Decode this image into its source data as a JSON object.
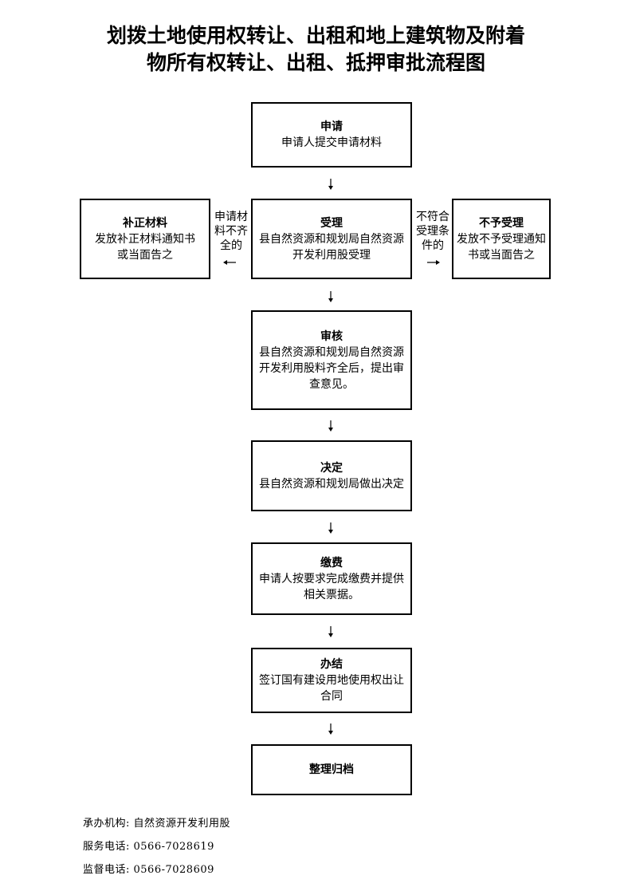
{
  "title": {
    "line1": "划拨土地使用权转让、出租和地上建筑物及附着",
    "line2": "物所有权转让、出租、抵押审批流程图"
  },
  "steps": {
    "apply": {
      "head": "申请",
      "body": "申请人提交申请材料"
    },
    "accept": {
      "head": "受理",
      "body": "县自然资源和规划局自然资源开发利用股受理"
    },
    "supplement": {
      "head": "补正材料",
      "body": "发放补正材料通知书或当面告之"
    },
    "reject": {
      "head": "不予受理",
      "body": "发放不予受理通知书或当面告之"
    },
    "review": {
      "head": "审核",
      "body": "县自然资源和规划局自然资源开发利用股料齐全后，提出审查意见。"
    },
    "decide": {
      "head": "决定",
      "body": "县自然资源和规划局做出决定"
    },
    "pay": {
      "head": "缴费",
      "body": "申请人按要求完成缴费并提供相关票据。"
    },
    "finish": {
      "head": "办结",
      "body": "签订国有建设用地使用权出让合同"
    },
    "archive": {
      "head": "整理归档"
    }
  },
  "notes": {
    "left": "申请材料不齐全的",
    "right": "不符合受理条件的"
  },
  "footer": {
    "org": "承办机构: 自然资源开发利用股",
    "service": "服务电话: 0566-7028619",
    "supervise": "监督电话: 0566-7028609"
  }
}
